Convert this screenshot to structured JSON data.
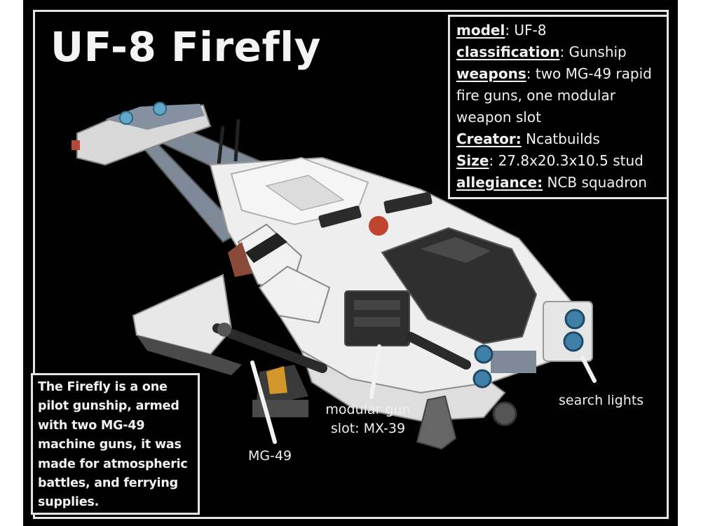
{
  "title": "UF-8 Firefly",
  "specs": [
    {
      "key": "model",
      "value": ": UF-8"
    },
    {
      "key": "classification",
      "value": ": Gunship"
    },
    {
      "key": "weapons",
      "value": ": two MG-49 rapid fire guns, one modular weapon slot"
    },
    {
      "key": "Creator:",
      "value": " Ncatbuilds"
    },
    {
      "key": "Size",
      "value": ": 27.8x20.3x10.5 stud"
    },
    {
      "key": "allegiance:",
      "value": " NCB squadron"
    }
  ],
  "description": "The Firefly is a one pilot gunship, armed with two MG-49 machine guns, it was made for atmospheric battles, and ferrying supplies.",
  "callouts": {
    "mg49": "MG-49",
    "modular": "modular gun slot: MX-39",
    "search": "search lights"
  },
  "colors": {
    "background": "#000000",
    "frame": "#e4e4e4",
    "text": "#f2f2f2",
    "hull_white": "#eeeeee",
    "hull_gray": "#7f8a99",
    "dark_gray": "#3a3a3a",
    "light_blue": "#5fa8c8",
    "accent_red": "#b24a3a",
    "gold": "#d2962a"
  }
}
